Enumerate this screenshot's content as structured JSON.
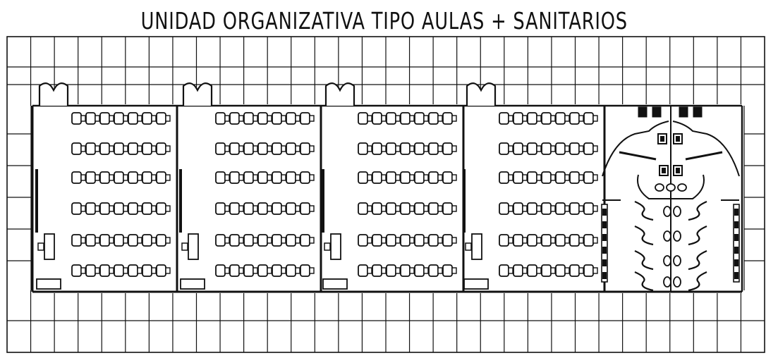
{
  "title": "UNIDAD ORGANIZATIVA TIPO AULAS + SANITARIOS",
  "classrooms": [
    {
      "rows": 6,
      "desks_per_row": 7
    },
    {
      "rows": 6,
      "desks_per_row": 7
    },
    {
      "rows": 6,
      "desks_per_row": 7
    },
    {
      "rows": 6,
      "desks_per_row": 7
    }
  ],
  "sanitarios": {
    "toilet_stalls": 4,
    "sinks": 3
  },
  "colors": {
    "line": "#111111",
    "background": "#ffffff"
  }
}
